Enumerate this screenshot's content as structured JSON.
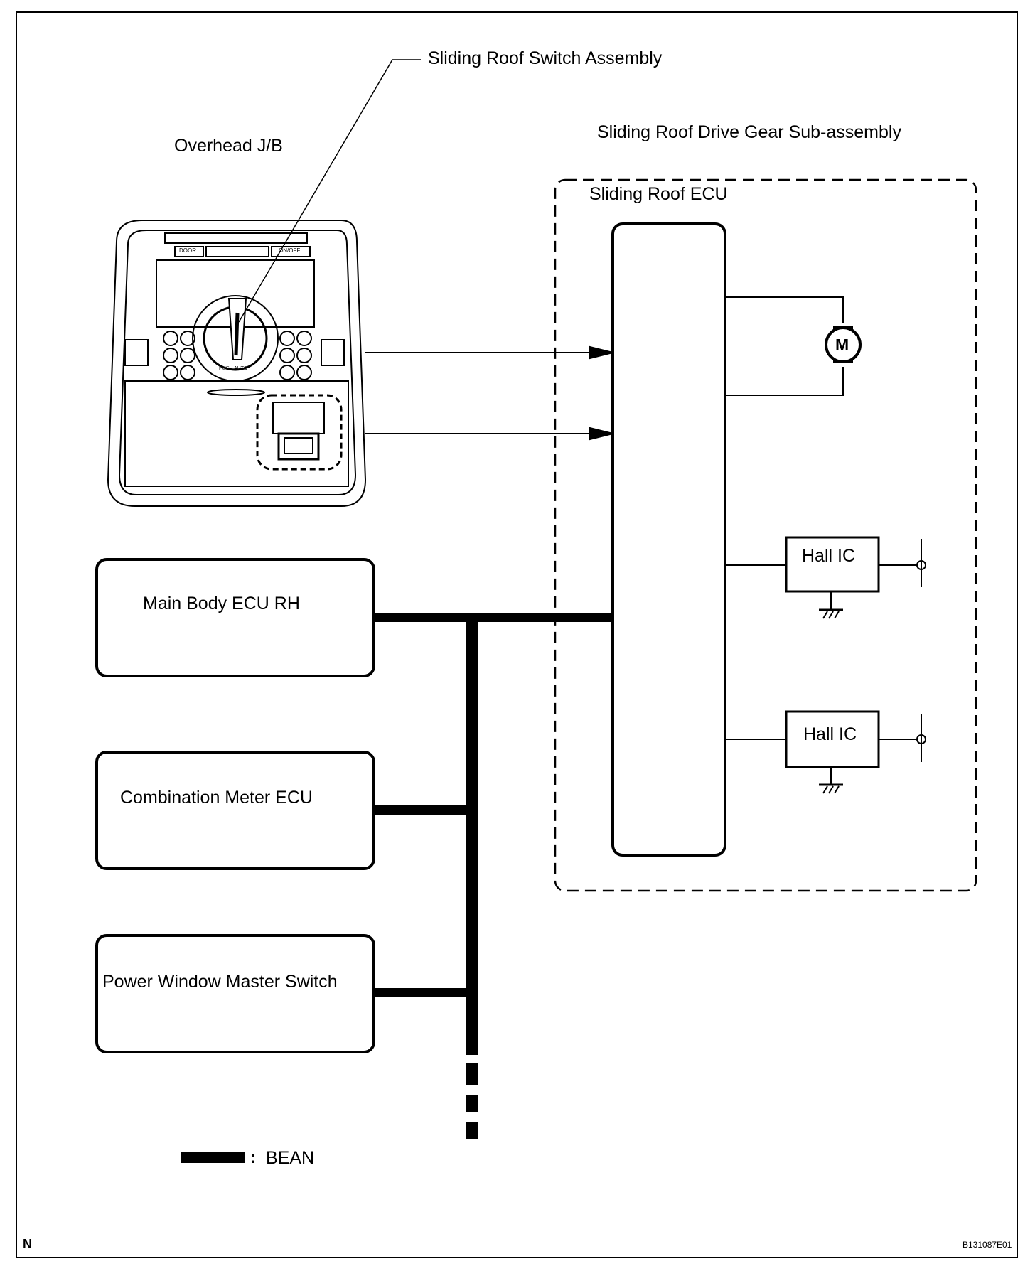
{
  "labels": {
    "switch_assembly": "Sliding Roof Switch Assembly",
    "drive_gear": "Sliding Roof Drive Gear Sub-assembly",
    "overhead_jb": "Overhead J/B",
    "ecu": "Sliding Roof ECU",
    "motor": "M",
    "hall_ic_1": "Hall IC",
    "hall_ic_2": "Hall IC"
  },
  "boxes": {
    "main_body_ecu": "Main Body ECU RH",
    "combination_meter": "Combination Meter ECU",
    "power_window": "Power Window Master Switch"
  },
  "legend": {
    "colon": ":",
    "text": "BEAN"
  },
  "panel_text": {
    "door": "DOOR",
    "onoff": "ON/OFF",
    "push_auto": "PUSH AUTO"
  },
  "corner": {
    "left": "N",
    "right": "B131087E01"
  },
  "colors": {
    "line": "#000000",
    "background": "#ffffff"
  }
}
